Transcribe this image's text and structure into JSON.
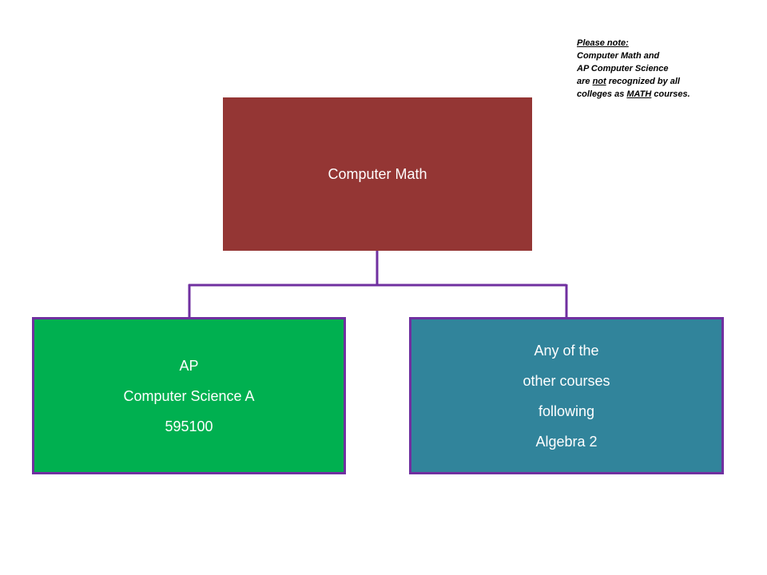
{
  "note": {
    "heading": "Please note:",
    "line1": "Computer Math and",
    "line2": "AP Computer Science",
    "line3_a": "are ",
    "line3_b": "not",
    "line3_c": " recognized by all",
    "line4_a": "colleges as ",
    "line4_b": "MATH",
    "line4_c": " courses."
  },
  "top_node": {
    "label": "Computer Math"
  },
  "left_node": {
    "line1": "AP",
    "line2": "Computer Science A",
    "line3": "595100"
  },
  "right_node": {
    "line1": "Any of the",
    "line2": "other courses",
    "line3": "following",
    "line4": "Algebra 2"
  },
  "colors": {
    "top_fill": "#943634",
    "left_fill": "#00b050",
    "right_fill": "#31849b",
    "connector": "#7030a0"
  }
}
